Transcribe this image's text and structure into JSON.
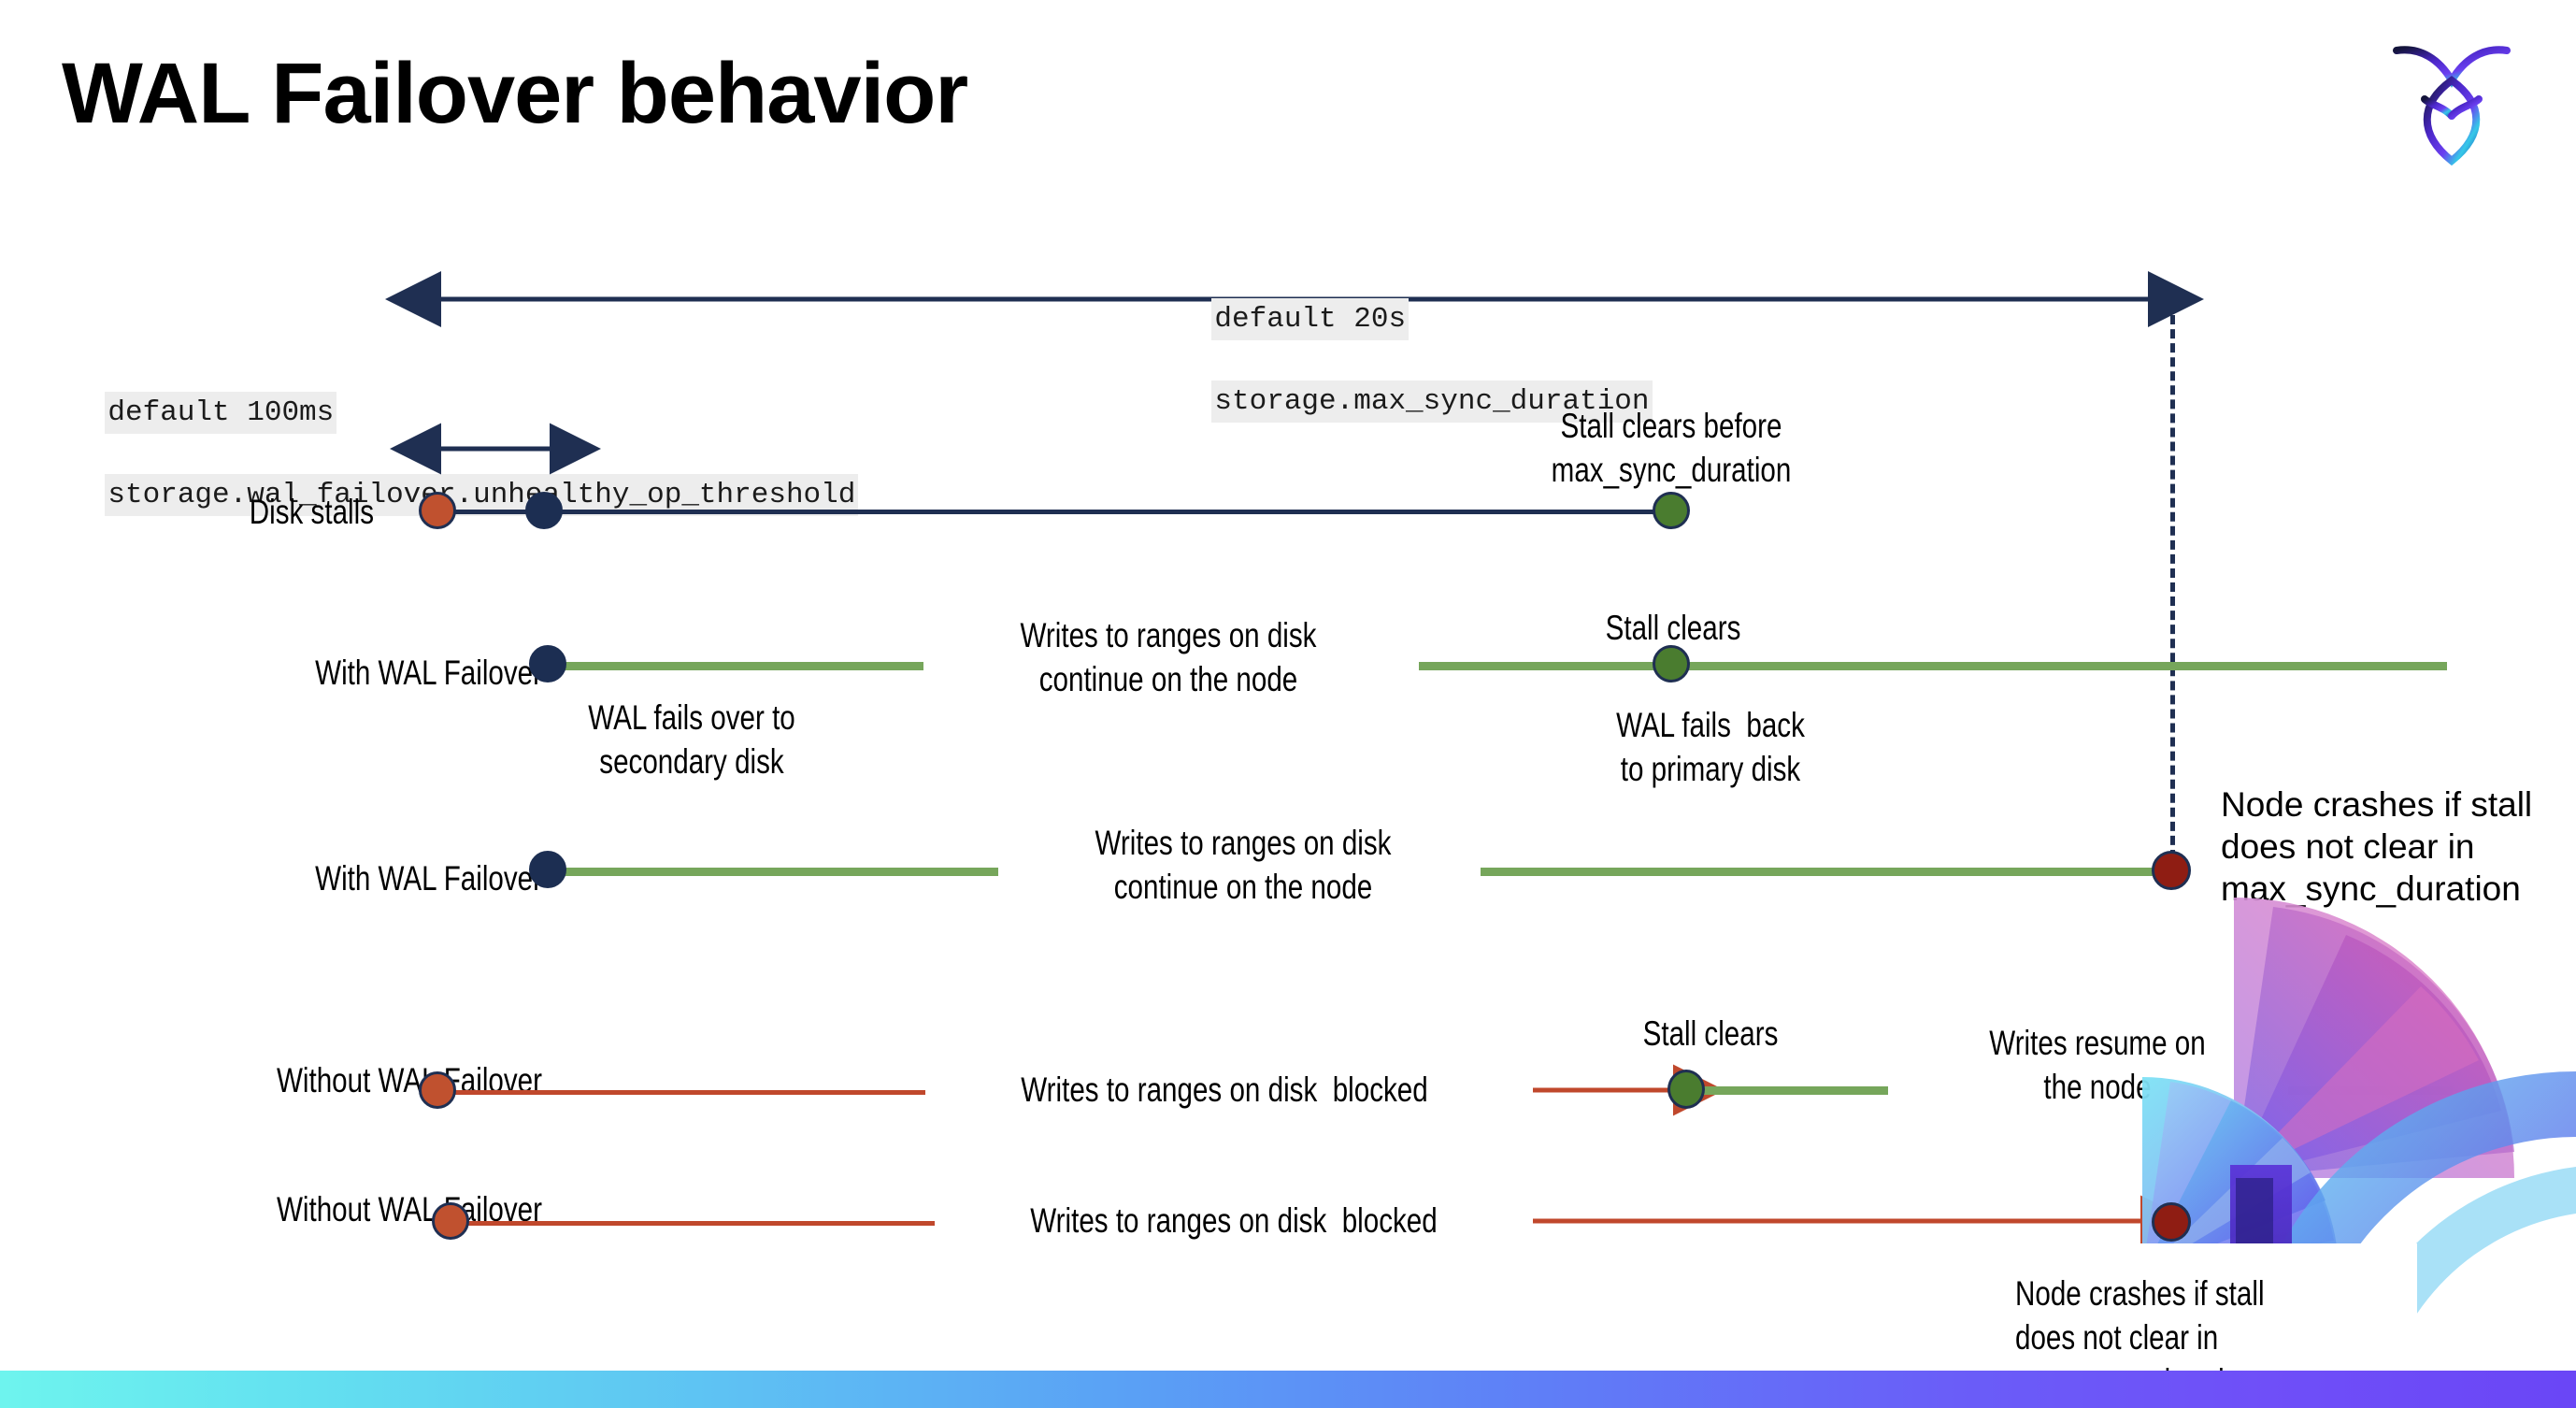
{
  "slide": {
    "title": "WAL Failover behavior",
    "logo_name": "cockroachdb-logo"
  },
  "annotations": {
    "max_sync": {
      "line1": "default 20s",
      "line2": "storage.max_sync_duration"
    },
    "unhealthy": {
      "line1": "default 100ms",
      "line2": "storage.wal_failover.unhealthy_op_threshold"
    }
  },
  "rows": [
    {
      "id": "disk-stalls",
      "label": "Disk stalls",
      "callout": "Stall clears before\nmax_sync_duration"
    },
    {
      "id": "with-wal-failover-1",
      "label": "With WAL Failover",
      "mid_note": "Writes to ranges on disk\ncontinue on the node",
      "start_note": "WAL fails over to\nsecondary disk",
      "clear_note": "Stall clears",
      "end_note": "WAL fails  back\nto primary disk"
    },
    {
      "id": "with-wal-failover-2",
      "label": "With WAL Failover",
      "mid_note": "Writes to ranges on disk\ncontinue on the node",
      "crash_note": "Node crashes if stall\ndoes not clear in\nmax_sync_duration"
    },
    {
      "id": "without-wal-failover-1",
      "label": "Without WAL Failover",
      "mid_note": "Writes to ranges on disk  blocked",
      "clear_note": "Stall clears",
      "resume_note": "Writes resume on\nthe node"
    },
    {
      "id": "without-wal-failover-2",
      "label": "Without WAL Failover",
      "mid_note": "Writes to ranges on disk  blocked",
      "crash_note": "Node crashes if stall\ndoes not clear in\nmax_sync_duration"
    }
  ],
  "colors": {
    "navy": "#1f2f52",
    "green_line": "#76a65b",
    "green_dot": "#4a7c2f",
    "red_line": "#c0482c",
    "red_dot": "#c0512f",
    "dark_red_dot": "#8f1d13",
    "code_bg": "#ededed",
    "bar_gradient_start": "#6ef4ee",
    "bar_gradient_end": "#6a46f6"
  }
}
